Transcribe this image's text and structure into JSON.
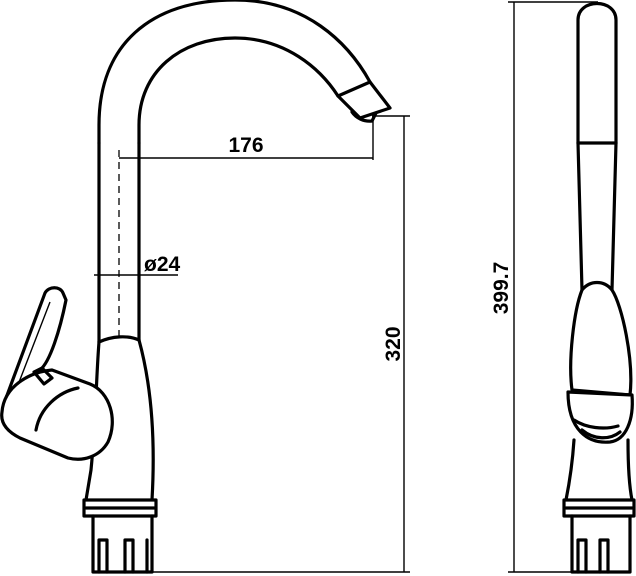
{
  "dimensions": {
    "spout_reach": "176",
    "body_diameter": "ø24",
    "spout_height": "320",
    "total_height": "399.7"
  }
}
